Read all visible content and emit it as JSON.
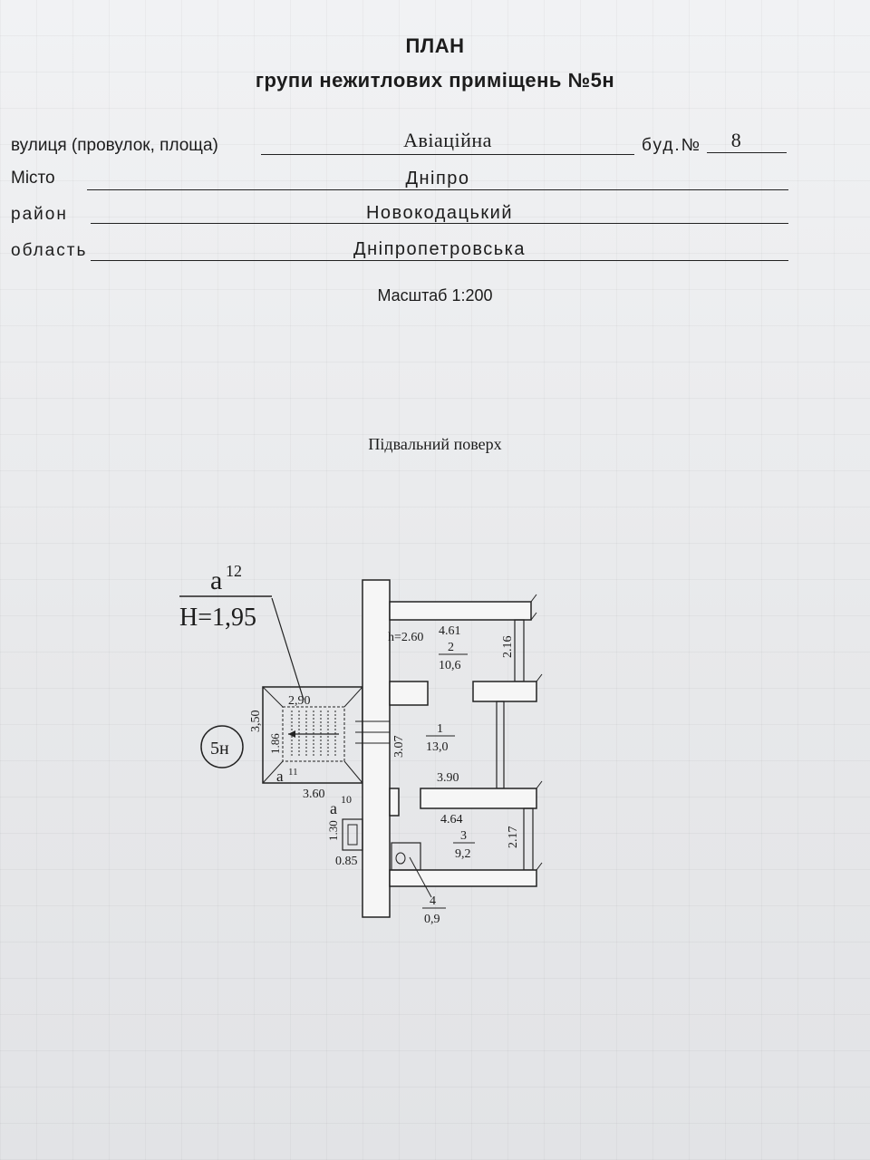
{
  "header": {
    "title": "ПЛАН",
    "subtitle": "групи нежитлових приміщень №5н"
  },
  "address": {
    "street_label": "вулиця (провулок, площа)",
    "street_value": "Авіаційна",
    "building_label": "буд.№",
    "building_value": "8",
    "city_label": "Місто",
    "city_value": "Дніпро",
    "district_label": "район",
    "district_value": "Новокодацький",
    "region_label": "область",
    "region_value": "Дніпропетровська"
  },
  "scale": "Масштаб 1:200",
  "floor_title": "Підвальний поверх",
  "plan": {
    "stair_mark": "a",
    "stair_sup": "12",
    "stair_height": "H=1,95",
    "group_label": "5н",
    "dims": {
      "stair_width": "2,90",
      "stair_len": "3,50",
      "stair_inner": "1.86",
      "stair_bottom": "3.60",
      "steps": "11",
      "entry_mark": "a",
      "entry_sup": "10",
      "entry_h": "1.30",
      "entry_w": "0.85",
      "h_room": "h=2.60",
      "room2_len": "4.61",
      "room2_w": "2.16",
      "room1_w": "3.07",
      "room1_len": "3.90",
      "room3_len": "4.64",
      "room3_w": "2.17"
    },
    "rooms": [
      {
        "num": "2",
        "area": "10,6"
      },
      {
        "num": "1",
        "area": "13,0"
      },
      {
        "num": "3",
        "area": "9,2"
      },
      {
        "num": "4",
        "area": "0,9"
      }
    ]
  }
}
